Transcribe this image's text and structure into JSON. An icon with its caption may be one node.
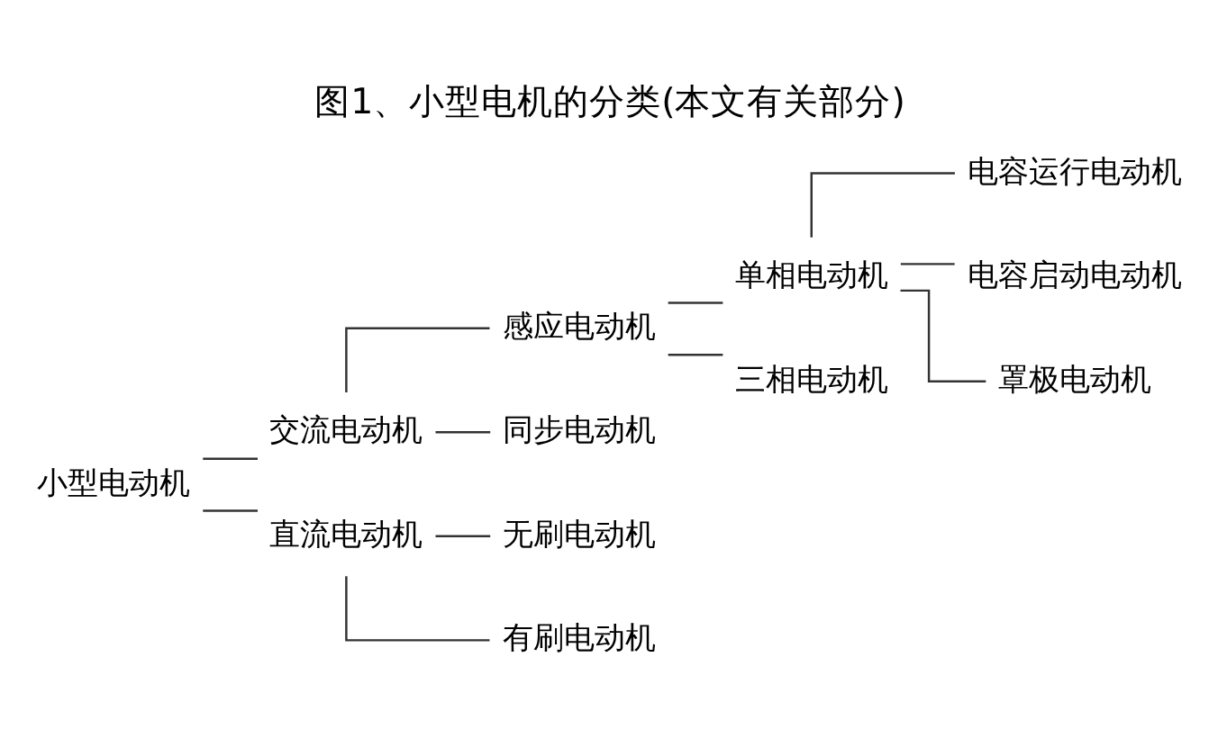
{
  "diagram": {
    "title": "图1、小型电机的分类(本文有关部分)",
    "nodes": [
      {
        "text": [
          "小型电动机"
        ]
      },
      {
        "text": [
          "交流电动机"
        ]
      },
      {
        "text": [
          "感应电动机"
        ]
      },
      {
        "text": [
          "单相电动机"
        ]
      },
      {
        "text": [
          "电容运行电动机"
        ]
      },
      {
        "text": [
          "电容启动电动机"
        ]
      },
      {
        "text": [
          "罩极电动机"
        ]
      },
      {
        "text": [
          "三相电动机"
        ]
      },
      {
        "text": [
          "同步电动机"
        ]
      },
      {
        "text": [
          "直流电动机"
        ]
      },
      {
        "text": [
          "无刷电动机"
        ]
      },
      {
        "text": [
          "有刷电动机"
        ]
      }
    ],
    "edges": [
      {
        "from": 0,
        "to": 1,
        "arrow": "none"
      },
      {
        "from": 1,
        "to": 2,
        "arrow": "none"
      },
      {
        "from": 2,
        "to": 3,
        "arrow": "none"
      },
      {
        "from": 3,
        "to": 4,
        "arrow": "none"
      },
      {
        "from": 3,
        "to": 5,
        "arrow": "none"
      },
      {
        "from": 3,
        "to": 6,
        "arrow": "none"
      },
      {
        "from": 2,
        "to": 7,
        "arrow": "none"
      },
      {
        "from": 1,
        "to": 8,
        "arrow": "none"
      },
      {
        "from": 0,
        "to": 9,
        "arrow": "none"
      },
      {
        "from": 9,
        "to": 10,
        "arrow": "none"
      },
      {
        "from": 9,
        "to": 11,
        "arrow": "none"
      }
    ]
  }
}
